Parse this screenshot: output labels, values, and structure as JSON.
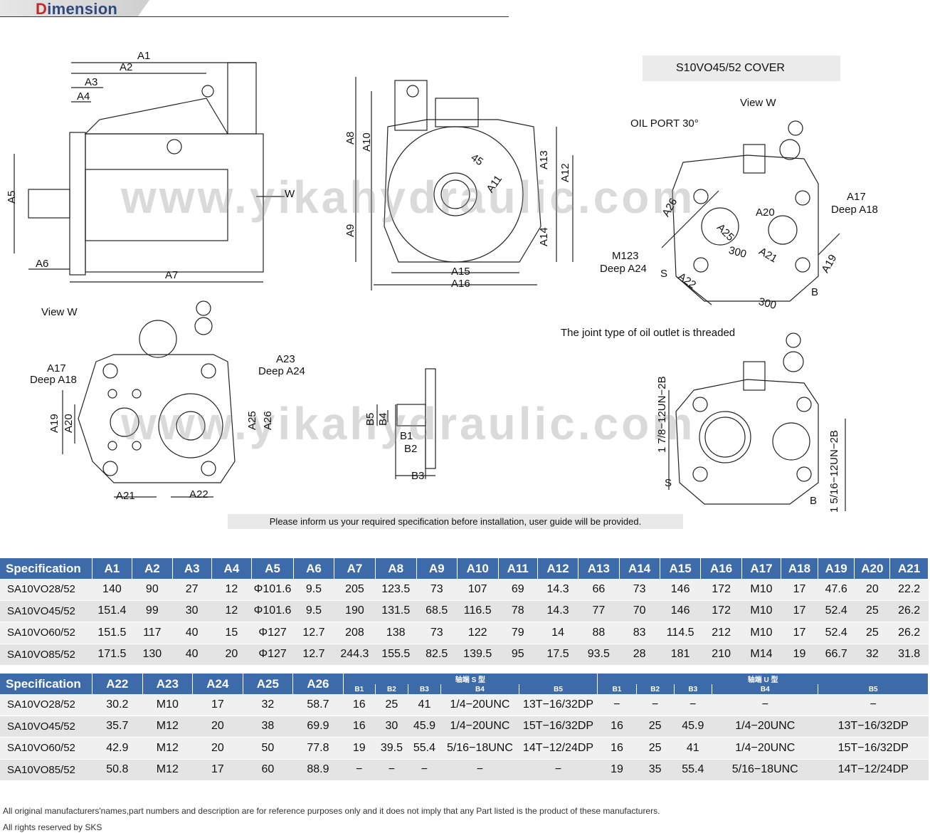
{
  "header": {
    "title_first": "D",
    "title_rest": "imension"
  },
  "drawing_labels": {
    "side_view": {
      "A1": "A1",
      "A2": "A2",
      "A3": "A3",
      "A4": "A4",
      "A5": "A5",
      "A6": "A6",
      "A7": "A7",
      "W": "W"
    },
    "front_view": {
      "A8": "A8",
      "A10": "A10",
      "A9": "A9",
      "A13": "A13",
      "A12": "A12",
      "A14": "A14",
      "A15": "A15",
      "A16": "A16",
      "A45": "45",
      "A11": "A11"
    },
    "cover_view": {
      "title": "S10VO45/52 COVER",
      "view_w": "View W",
      "oil_port": "OIL PORT 30°",
      "A26": "A26",
      "A20": "A20",
      "A17": "A17",
      "deep_A18": "Deep A18",
      "A25": "A25",
      "A21": "A21",
      "A19": "A19",
      "dim300a": "300",
      "dim300b": "300",
      "M123": "M123",
      "deep_A24": "Deep A24",
      "S": "S",
      "A22": "A22",
      "B": "B"
    },
    "view_w2": {
      "view_w": "View W",
      "A17": "A17",
      "deep_A18": "Deep A18",
      "A23": "A23",
      "deep_A24": "Deep A24",
      "A19": "A19",
      "A20": "A20",
      "A25": "A25",
      "A26": "A26",
      "A21": "A21",
      "A22": "A22"
    },
    "shaft_view": {
      "B5": "B5",
      "B4": "B4",
      "B1": "B1",
      "B2": "B2",
      "B3": "B3"
    },
    "threaded_view": {
      "caption": "The joint type of oil outlet is threaded",
      "thread1": "1 7/8−12UN−2B",
      "thread2": "1 5/16−12UN−2B",
      "S": "S",
      "B": "B"
    },
    "watermark_1": "www.yikahydraulic.com",
    "watermark_2": "www.yikahydraulic.com"
  },
  "notice": "Please inform us your required specification before installation, user guide will be provided.",
  "table1": {
    "headers": [
      "Specification",
      "A1",
      "A2",
      "A3",
      "A4",
      "A5",
      "A6",
      "A7",
      "A8",
      "A9",
      "A10",
      "A11",
      "A12",
      "A13",
      "A14",
      "A15",
      "A16",
      "A17",
      "A18",
      "A19",
      "A20",
      "A21"
    ],
    "rows": [
      [
        "SA10VO28/52",
        "140",
        "90",
        "27",
        "12",
        "Φ101.6",
        "9.5",
        "205",
        "123.5",
        "73",
        "107",
        "69",
        "14.3",
        "66",
        "73",
        "146",
        "172",
        "M10",
        "17",
        "47.6",
        "20",
        "22.2"
      ],
      [
        "SA10VO45/52",
        "151.4",
        "99",
        "30",
        "12",
        "Φ101.6",
        "9.5",
        "190",
        "131.5",
        "68.5",
        "116.5",
        "78",
        "14.3",
        "77",
        "70",
        "146",
        "172",
        "M10",
        "17",
        "52.4",
        "25",
        "26.2"
      ],
      [
        "SA10VO60/52",
        "151.5",
        "117",
        "40",
        "15",
        "Φ127",
        "12.7",
        "208",
        "138",
        "73",
        "122",
        "79",
        "14",
        "88",
        "83",
        "114.5",
        "212",
        "M10",
        "17",
        "52.4",
        "25",
        "26.2"
      ],
      [
        "SA10VO85/52",
        "171.5",
        "130",
        "40",
        "20",
        "Φ127",
        "12.7",
        "244.3",
        "155.5",
        "82.5",
        "139.5",
        "95",
        "17.5",
        "93.5",
        "28",
        "181",
        "210",
        "M14",
        "19",
        "66.7",
        "32",
        "31.8"
      ]
    ]
  },
  "table2": {
    "headers": [
      "Specification",
      "A22",
      "A23",
      "A24",
      "A25",
      "A26"
    ],
    "group_s": "轴端 S 型",
    "group_u": "轴端 U 型",
    "sub_s": [
      "B1",
      "B2",
      "B3",
      "B4",
      "B5"
    ],
    "sub_u": [
      "B1",
      "B2",
      "B3",
      "B4",
      "B5"
    ],
    "rows": [
      [
        "SA10VO28/52",
        "30.2",
        "M10",
        "17",
        "32",
        "58.7",
        "16",
        "25",
        "41",
        "1/4−20UNC",
        "13T−16/32DP",
        "−",
        "−",
        "−",
        "−",
        "−"
      ],
      [
        "SA10VO45/52",
        "35.7",
        "M12",
        "20",
        "38",
        "69.9",
        "16",
        "30",
        "45.9",
        "1/4−20UNC",
        "15T−16/32DP",
        "16",
        "25",
        "45.9",
        "1/4−20UNC",
        "13T−16/32DP"
      ],
      [
        "SA10VO60/52",
        "42.9",
        "M12",
        "20",
        "50",
        "77.8",
        "19",
        "39.5",
        "55.4",
        "5/16−18UNC",
        "14T−12/24DP",
        "16",
        "25",
        "41",
        "1/4−20UNC",
        "15T−16/32DP"
      ],
      [
        "SA10VO85/52",
        "50.8",
        "M12",
        "17",
        "60",
        "88.9",
        "−",
        "−",
        "−",
        "−",
        "−",
        "19",
        "35",
        "55.4",
        "5/16−18UNC",
        "14T−12/24DP"
      ]
    ]
  },
  "footer": {
    "line1": "All original manufacturers'names,part numbers and description are for reference purposes only and it does not imply that any Part listed is the product of these manufacturers.",
    "line2": "All rights reserved by SKS"
  }
}
